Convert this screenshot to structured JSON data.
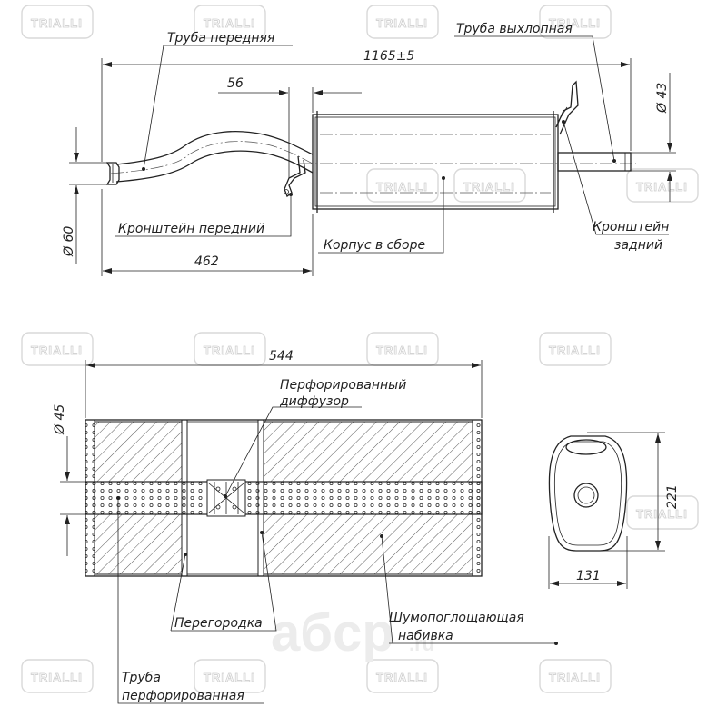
{
  "watermark": {
    "brand": "TRIALLI",
    "site_brand": "aбcp",
    "site_tld": ".ru"
  },
  "top_view": {
    "labels": {
      "front_pipe": "Труба передняя",
      "exhaust_pipe": "Труба выхлопная",
      "front_bracket": "Кронштейн передний",
      "body_assembly": "Корпус в сборе",
      "rear_bracket_line1": "Кронштейн",
      "rear_bracket_line2": "задний"
    },
    "dimensions": {
      "overall_length": "1165±5",
      "offset": "56",
      "inlet_length": "462",
      "inlet_diameter": "Ø 60",
      "outlet_diameter": "Ø 43"
    }
  },
  "section_view": {
    "labels": {
      "diffuser_line1": "Перфорированный",
      "diffuser_line2": "диффузор",
      "baffle": "Перегородка",
      "packing_line1": "Шумопоглощающая",
      "packing_line2": "набивка",
      "perf_pipe_line1": "Труба",
      "perf_pipe_line2": "перфорированная"
    },
    "dimensions": {
      "body_length": "544",
      "pipe_diameter": "Ø 45",
      "height": "221",
      "width": "131"
    }
  }
}
